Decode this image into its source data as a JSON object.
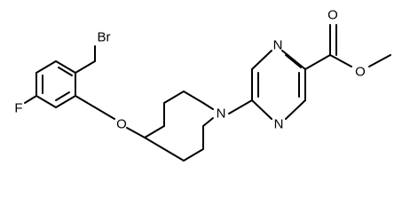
{
  "diagram": {
    "atoms": {
      "br": "Br",
      "f": "F",
      "o_ether": "O",
      "n_piperidine": "N",
      "n_pyrazine_top": "N",
      "n_pyrazine_bottom": "N",
      "o_carbonyl": "O",
      "o_ester": "O"
    }
  }
}
